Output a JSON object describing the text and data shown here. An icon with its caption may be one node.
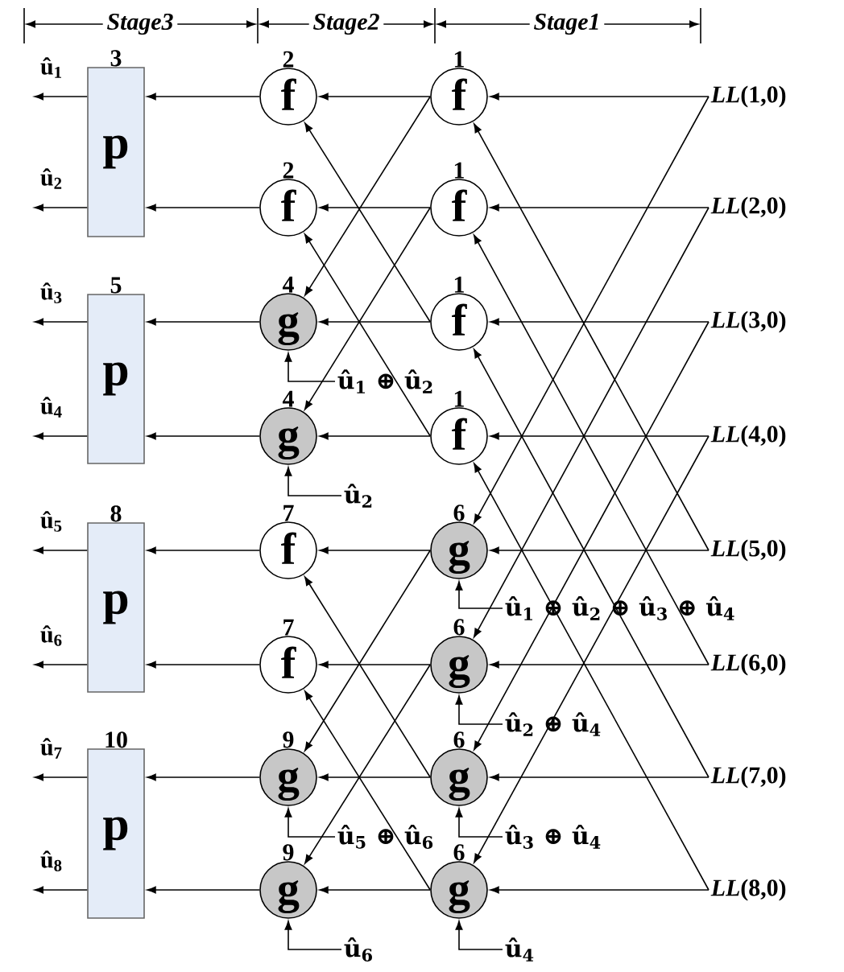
{
  "diagram": {
    "nodes": [
      {
        "text": [
          "p"
        ],
        "beside": [
          "3"
        ]
      },
      {
        "text": [
          "p"
        ],
        "beside": [
          "5"
        ]
      },
      {
        "text": [
          "p"
        ],
        "beside": [
          "8"
        ]
      },
      {
        "text": [
          "p"
        ],
        "beside": [
          "10"
        ]
      },
      {
        "text": [
          "f"
        ],
        "beside": [
          "2"
        ]
      },
      {
        "text": [
          "f"
        ],
        "beside": [
          "2"
        ]
      },
      {
        "text": [
          "g"
        ],
        "beside": [
          "4"
        ]
      },
      {
        "text": [
          "g"
        ],
        "beside": [
          "4"
        ]
      },
      {
        "text": [
          "f"
        ],
        "beside": [
          "7"
        ]
      },
      {
        "text": [
          "f"
        ],
        "beside": [
          "7"
        ]
      },
      {
        "text": [
          "g"
        ],
        "beside": [
          "9"
        ]
      },
      {
        "text": [
          "g"
        ],
        "beside": [
          "9"
        ]
      },
      {
        "text": [
          "f"
        ],
        "beside": [
          "1"
        ]
      },
      {
        "text": [
          "f"
        ],
        "beside": [
          "1"
        ]
      },
      {
        "text": [
          "f"
        ],
        "beside": [
          "1"
        ]
      },
      {
        "text": [
          "f"
        ],
        "beside": [
          "1"
        ]
      },
      {
        "text": [
          "g"
        ],
        "beside": [
          "6"
        ]
      },
      {
        "text": [
          "g"
        ],
        "beside": [
          "6"
        ]
      },
      {
        "text": [
          "g"
        ],
        "beside": [
          "6"
        ]
      },
      {
        "text": [
          "g"
        ],
        "beside": [
          "6"
        ]
      },
      {
        "text": [
          "*LL*(1,0)"
        ]
      },
      {
        "text": [
          "*LL*(2,0)"
        ]
      },
      {
        "text": [
          "*LL*(3,0)"
        ]
      },
      {
        "text": [
          "*LL*(4,0)"
        ]
      },
      {
        "text": [
          "*LL*(5,0)"
        ]
      },
      {
        "text": [
          "*LL*(6,0)"
        ]
      },
      {
        "text": [
          "*LL*(7,0)"
        ]
      },
      {
        "text": [
          "*LL*(8,0)"
        ]
      },
      {
        "text": [
          "û$_{1}$ ⊕ û$_{2}$"
        ]
      },
      {
        "text": [
          "û$_{2}$"
        ]
      },
      {
        "text": [
          "û$_{5}$ ⊕ û$_{6}$"
        ]
      },
      {
        "text": [
          "û$_{6}$"
        ]
      },
      {
        "text": [
          "û$_{1}$ ⊕ û$_{2}$ ⊕ û$_{3}$ ⊕ û$_{4}$"
        ]
      },
      {
        "text": [
          "û$_{2}$ ⊕ û$_{4}$"
        ]
      },
      {
        "text": [
          "û$_{3}$ ⊕ û$_{4}$"
        ]
      },
      {
        "text": [
          "û$_{4}$"
        ]
      },
      {
        "text": [
          "û$_{1}$"
        ]
      },
      {
        "text": [
          "û$_{2}$"
        ]
      },
      {
        "text": [
          "û$_{3}$"
        ]
      },
      {
        "text": [
          "û$_{4}$"
        ]
      },
      {
        "text": [
          "û$_{5}$"
        ]
      },
      {
        "text": [
          "û$_{6}$"
        ]
      },
      {
        "text": [
          "û$_{7}$"
        ]
      },
      {
        "text": [
          "û$_{8}$"
        ]
      }
    ],
    "edges": [
      {
        "from": 20,
        "to": 12,
        "arrow": "to"
      },
      {
        "from": 20,
        "to": 16,
        "arrow": "to"
      },
      {
        "from": 21,
        "to": 13,
        "arrow": "to"
      },
      {
        "from": 21,
        "to": 17,
        "arrow": "to"
      },
      {
        "from": 22,
        "to": 14,
        "arrow": "to"
      },
      {
        "from": 22,
        "to": 18,
        "arrow": "to"
      },
      {
        "from": 23,
        "to": 15,
        "arrow": "to"
      },
      {
        "from": 23,
        "to": 19,
        "arrow": "to"
      },
      {
        "from": 24,
        "to": 16,
        "arrow": "to"
      },
      {
        "from": 24,
        "to": 12,
        "arrow": "to"
      },
      {
        "from": 25,
        "to": 17,
        "arrow": "to"
      },
      {
        "from": 25,
        "to": 13,
        "arrow": "to"
      },
      {
        "from": 26,
        "to": 18,
        "arrow": "to"
      },
      {
        "from": 26,
        "to": 14,
        "arrow": "to"
      },
      {
        "from": 27,
        "to": 19,
        "arrow": "to"
      },
      {
        "from": 27,
        "to": 15,
        "arrow": "to"
      },
      {
        "from": 12,
        "to": 4,
        "arrow": "to"
      },
      {
        "from": 12,
        "to": 6,
        "arrow": "to"
      },
      {
        "from": 13,
        "to": 5,
        "arrow": "to"
      },
      {
        "from": 13,
        "to": 7,
        "arrow": "to"
      },
      {
        "from": 14,
        "to": 6,
        "arrow": "to"
      },
      {
        "from": 14,
        "to": 4,
        "arrow": "to"
      },
      {
        "from": 15,
        "to": 7,
        "arrow": "to"
      },
      {
        "from": 15,
        "to": 5,
        "arrow": "to"
      },
      {
        "from": 16,
        "to": 8,
        "arrow": "to"
      },
      {
        "from": 16,
        "to": 10,
        "arrow": "to"
      },
      {
        "from": 17,
        "to": 9,
        "arrow": "to"
      },
      {
        "from": 17,
        "to": 11,
        "arrow": "to"
      },
      {
        "from": 18,
        "to": 10,
        "arrow": "to"
      },
      {
        "from": 18,
        "to": 8,
        "arrow": "to"
      },
      {
        "from": 19,
        "to": 11,
        "arrow": "to"
      },
      {
        "from": 19,
        "to": 9,
        "arrow": "to"
      },
      {
        "from": 4,
        "to": 0,
        "arrow": "to"
      },
      {
        "from": 5,
        "to": 0,
        "arrow": "to"
      },
      {
        "from": 6,
        "to": 1,
        "arrow": "to"
      },
      {
        "from": 7,
        "to": 1,
        "arrow": "to"
      },
      {
        "from": 8,
        "to": 2,
        "arrow": "to"
      },
      {
        "from": 9,
        "to": 2,
        "arrow": "to"
      },
      {
        "from": 10,
        "to": 3,
        "arrow": "to"
      },
      {
        "from": 11,
        "to": 3,
        "arrow": "to"
      },
      {
        "from": 0,
        "to": 36,
        "arrow": "to"
      },
      {
        "from": 0,
        "to": 37,
        "arrow": "to"
      },
      {
        "from": 1,
        "to": 38,
        "arrow": "to"
      },
      {
        "from": 1,
        "to": 39,
        "arrow": "to"
      },
      {
        "from": 2,
        "to": 40,
        "arrow": "to"
      },
      {
        "from": 2,
        "to": 41,
        "arrow": "to"
      },
      {
        "from": 3,
        "to": 42,
        "arrow": "to"
      },
      {
        "from": 3,
        "to": 43,
        "arrow": "to"
      },
      {
        "from": 28,
        "to": 6,
        "arrow": "to"
      },
      {
        "from": 29,
        "to": 7,
        "arrow": "to"
      },
      {
        "from": 30,
        "to": 10,
        "arrow": "to"
      },
      {
        "from": 31,
        "to": 11,
        "arrow": "to"
      },
      {
        "from": 32,
        "to": 16,
        "arrow": "to"
      },
      {
        "from": 33,
        "to": 17,
        "arrow": "to"
      },
      {
        "from": 34,
        "to": 18,
        "arrow": "to"
      },
      {
        "from": 35,
        "to": 19,
        "arrow": "to"
      }
    ],
    "labels": [
      "Stage3",
      "Stage2",
      "Stage1"
    ]
  }
}
